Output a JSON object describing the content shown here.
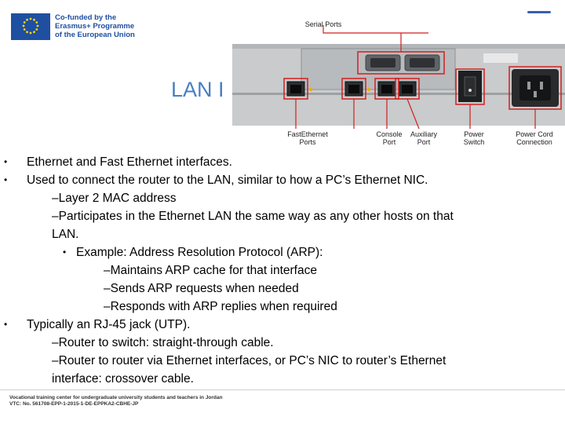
{
  "header": {
    "eu_text_line1": "Co-funded by the",
    "eu_text_line2": "Erasmus+ Programme",
    "eu_text_line3": "of the European Union"
  },
  "title": "LAN I",
  "photo_labels": {
    "serial_ports": "Serial Ports",
    "fast_ethernet_1": "FastEthernet",
    "fast_ethernet_2": "Ports",
    "console_1": "Console",
    "console_2": "Port",
    "auxiliary_1": "Auxiliary",
    "auxiliary_2": "Port",
    "power_switch_1": "Power",
    "power_switch_2": "Switch",
    "power_cord_1": "Power Cord",
    "power_cord_2": "Connection"
  },
  "content": {
    "line1": "Ethernet and Fast Ethernet interfaces.",
    "line2": "Used to connect the router to the LAN, similar to how a PC’s Ethernet NIC.",
    "line3": "–Layer 2 MAC address",
    "line4": "–Participates in the Ethernet LAN the same way as any other hosts on that",
    "line5": "LAN.",
    "line6": "Example: Address Resolution Protocol (ARP):",
    "line7": "–Maintains ARP cache for that interface",
    "line8": "–Sends ARP requests when needed",
    "line9": "–Responds with ARP replies when required",
    "line10": "Typically an RJ-45 jack (UTP).",
    "line11": "–Router to switch: straight-through cable.",
    "line12": "–Router to router via Ethernet interfaces, or PC’s NIC to router’s Ethernet",
    "line13": "interface: crossover cable.",
    "bullet": "•"
  },
  "footer": {
    "line1": "Vocational training center for undergraduate university students and teachers in Jordan",
    "line2": "VTC: No. 561708-EPP-1-2015-1-DE-EPPKA2-CBHE-JP"
  },
  "colors": {
    "title": "#4a7fc1",
    "eu_blue": "#1f4fa0",
    "callout_red": "#d21f1f"
  }
}
